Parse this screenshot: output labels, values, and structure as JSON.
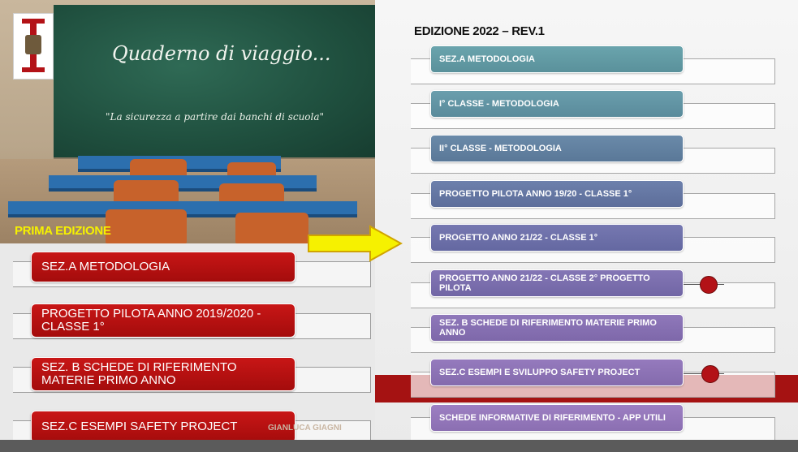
{
  "board": {
    "title": "Quaderno di viaggio...",
    "subtitle": "\"La sicurezza a partire dai banchi di scuola\""
  },
  "prima_label": "PRIMA EDIZIONE",
  "edition_label": "EDIZIONE 2022 – REV.1",
  "left_items": [
    "SEZ.A METODOLOGIA",
    "PROGETTO PILOTA ANNO 2019/2020 - CLASSE 1°",
    "SEZ. B SCHEDE DI RIFERIMENTO MATERIE PRIMO ANNO",
    "SEZ.C ESEMPI SAFETY PROJECT"
  ],
  "right_items": [
    "SEZ.A METODOLOGIA",
    "I° CLASSE - METODOLOGIA",
    "II° CLASSE - METODOLOGIA",
    "PROGETTO PILOTA ANNO 19/20 - CLASSE 1°",
    "PROGETTO ANNO 21/22 - CLASSE 1°",
    "PROGETTO ANNO 21/22 - CLASSE 2° PROGETTO PILOTA",
    "SEZ. B SCHEDE DI RIFERIMENTO MATERIE PRIMO ANNO",
    "SEZ.C ESEMPI E SVILUPPO SAFETY PROJECT",
    "SCHEDE INFORMATIVE DI RIFERIMENTO - APP UTILI"
  ],
  "footer_text": "GIANLUCA GIAGNI",
  "colors": {
    "left_button": "#b81212",
    "prima_label": "#f6f100",
    "arrow_fill": "#f6f100",
    "accent_dot": "#b31217",
    "right_gradient": [
      "#5e97a1",
      "#5f8fa0",
      "#5e7e9c",
      "#6577a2",
      "#6f6fa8",
      "#7c6cae",
      "#876cb2",
      "#8e6db5",
      "#9872bb"
    ]
  }
}
